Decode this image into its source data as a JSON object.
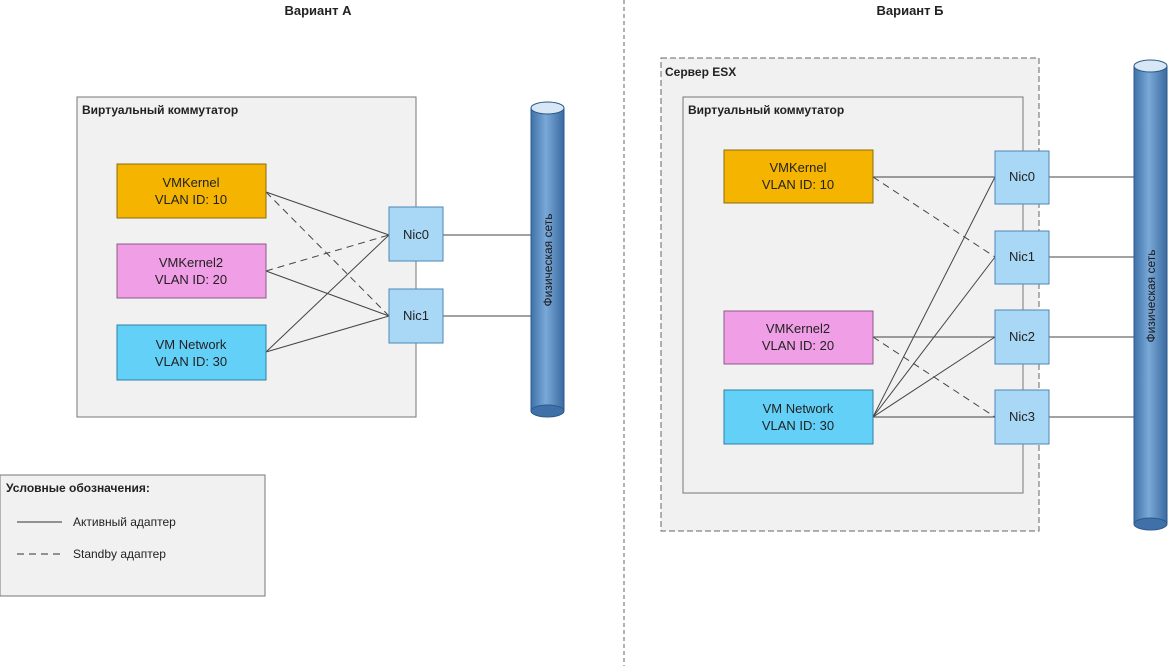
{
  "variant_a": {
    "title": "Вариант А",
    "switch_label": "Виртуальный коммутатор",
    "ports": [
      {
        "name": "VMKernel",
        "vlan": "VLAN ID: 10",
        "color": "#f5b400"
      },
      {
        "name": "VMKernel2",
        "vlan": "VLAN ID: 20",
        "color": "#f09ee6"
      },
      {
        "name": "VM Network",
        "vlan": "VLAN ID: 30",
        "color": "#63d0f8"
      }
    ],
    "nics": [
      "Nic0",
      "Nic1"
    ],
    "network_label": "Физическая сеть"
  },
  "variant_b": {
    "title": "Вариант Б",
    "server_label": "Сервер ESX",
    "switch_label": "Виртуальный коммутатор",
    "ports": [
      {
        "name": "VMKernel",
        "vlan": "VLAN ID: 10",
        "color": "#f5b400"
      },
      {
        "name": "VMKernel2",
        "vlan": "VLAN ID: 20",
        "color": "#f09ee6"
      },
      {
        "name": "VM Network",
        "vlan": "VLAN ID: 30",
        "color": "#63d0f8"
      }
    ],
    "nics": [
      "Nic0",
      "Nic1",
      "Nic2",
      "Nic3"
    ],
    "network_label": "Физическая сеть"
  },
  "legend": {
    "title": "Условные обозначения:",
    "active": "Активный адаптер",
    "standby": "Standby адаптер"
  },
  "colors": {
    "nic_fill": "#a9d8f7",
    "nic_stroke": "#4a86b6",
    "pipe_fill": "#5b8ec4",
    "pipe_stroke": "#2c5a8c",
    "box_fill": "#f1f1f1",
    "line": "#444444"
  }
}
